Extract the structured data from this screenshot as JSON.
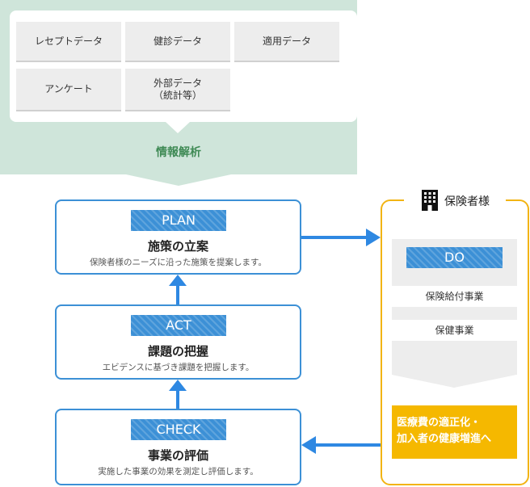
{
  "info_panel": {
    "sources": [
      "レセプトデータ",
      "健診データ",
      "適用データ",
      "アンケート",
      "外部データ\n（統計等）"
    ],
    "label": "情報解析"
  },
  "plan": {
    "tag": "PLAN",
    "title": "施策の立案",
    "desc": "保険者様のニーズに沿った施策を提案します。"
  },
  "act": {
    "tag": "ACT",
    "title": "課題の把握",
    "desc": "エビデンスに基づき課題を把握します。"
  },
  "check": {
    "tag": "CHECK",
    "title": "事業の評価",
    "desc": "実施した事業の効果を測定し評価します。"
  },
  "insurer": {
    "label": "保険者様",
    "icon": "building-icon",
    "do_tag": "DO",
    "items": [
      "保険給付事業",
      "保健事業"
    ],
    "result": "医療費の適正化・\n加入者の健康増進へ"
  },
  "colors": {
    "blue": "#3c90d6",
    "arrow": "#2e88e2",
    "green_panel": "#cfe5da",
    "gold": "#f5b800",
    "label_green": "#3f8a55"
  }
}
